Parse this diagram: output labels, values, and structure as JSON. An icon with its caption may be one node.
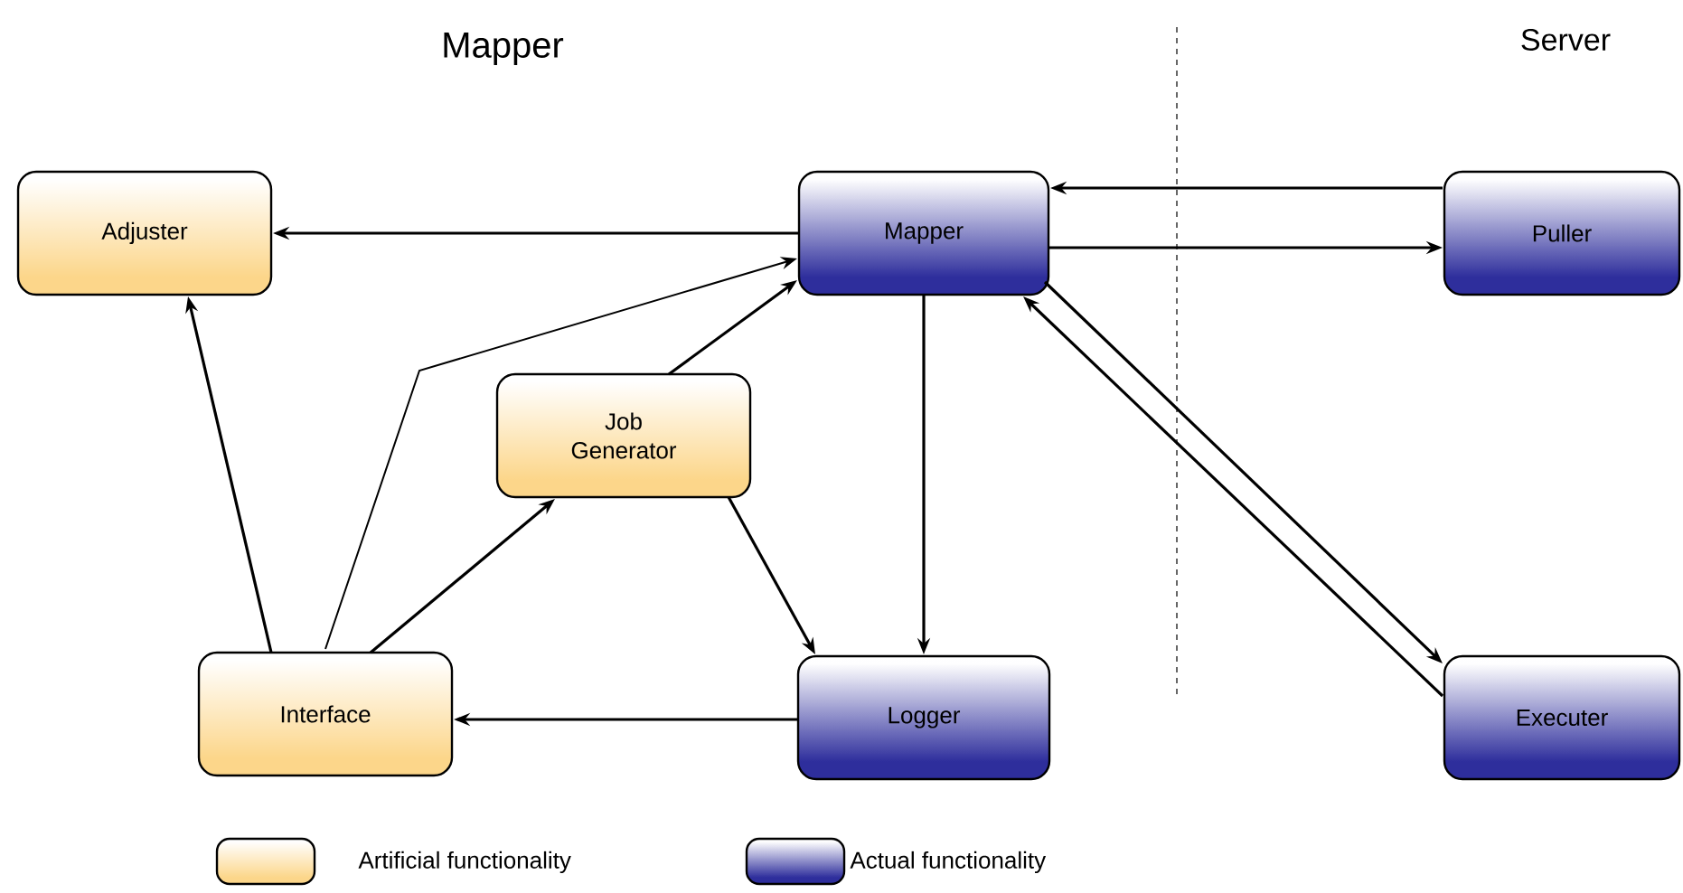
{
  "diagram": {
    "nodes": [
      {
        "text": [
          "Adjuster"
        ]
      },
      {
        "text": [
          "Mapper"
        ]
      },
      {
        "text": [
          "Puller"
        ]
      },
      {
        "text": [
          "Job Generator"
        ]
      },
      {
        "text": [
          "Interface"
        ]
      },
      {
        "text": [
          "Logger"
        ]
      },
      {
        "text": [
          "Executer"
        ]
      }
    ],
    "edges": [
      {
        "from": 1,
        "to": 0,
        "arrow": "to"
      },
      {
        "from": 2,
        "to": 1,
        "arrow": "to"
      },
      {
        "from": 1,
        "to": 2,
        "arrow": "to"
      },
      {
        "from": 1,
        "to": 6,
        "arrow": "to"
      },
      {
        "from": 6,
        "to": 1,
        "arrow": "to"
      },
      {
        "from": 1,
        "to": 5,
        "arrow": "to"
      },
      {
        "from": 4,
        "to": 0,
        "arrow": "to"
      },
      {
        "from": 4,
        "to": 1,
        "arrow": "to"
      },
      {
        "from": 4,
        "to": 3,
        "arrow": "to"
      },
      {
        "from": 3,
        "to": 1,
        "arrow": "to"
      },
      {
        "from": 3,
        "to": 5,
        "arrow": "to"
      },
      {
        "from": 5,
        "to": 4,
        "arrow": "to"
      }
    ],
    "labels": [
      "Mapper",
      "Server"
    ],
    "legend": [
      {
        "text": "Artificial functionality",
        "color": "#fcd68a"
      },
      {
        "text": "Actual functionality",
        "color": "#2e2e9c"
      }
    ]
  }
}
